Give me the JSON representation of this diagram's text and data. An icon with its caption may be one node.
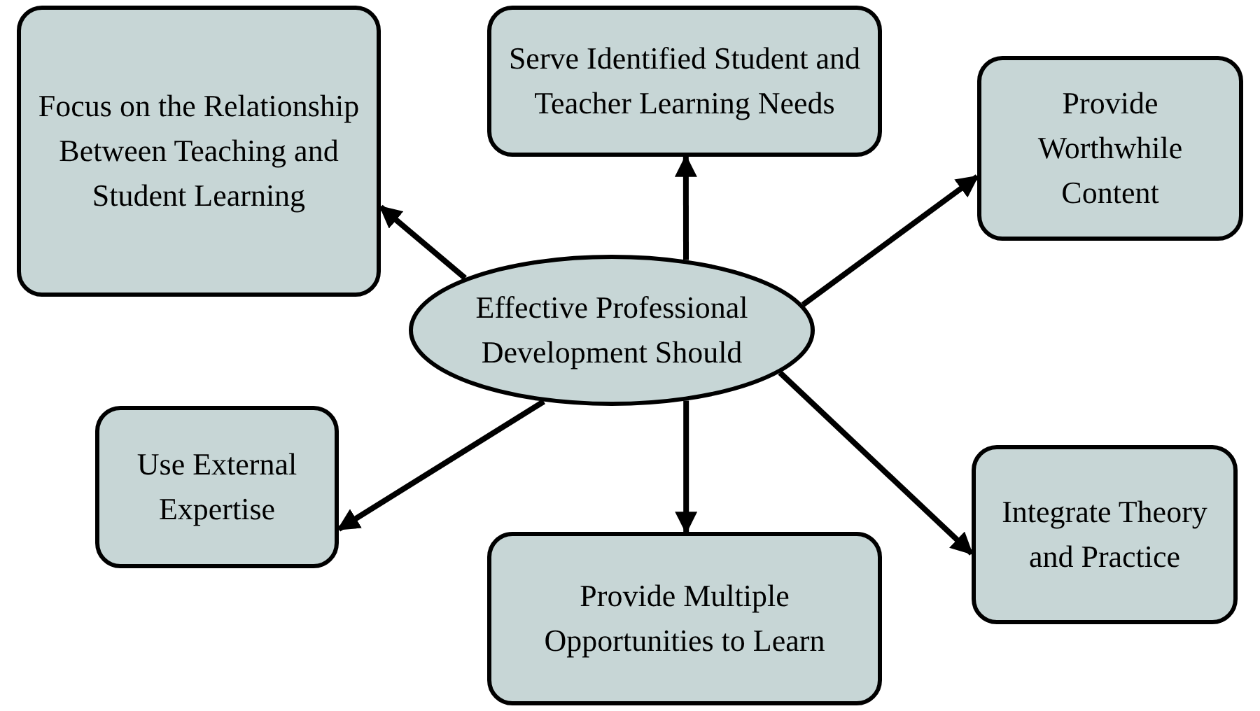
{
  "diagram": {
    "nodes": [
      {
        "text": [
          "Effective Professional Development Should"
        ]
      },
      {
        "text": [
          "Focus on the Relationship Between Teaching and Student Learning"
        ]
      },
      {
        "text": [
          "Serve Identified Student and Teacher Learning Needs"
        ]
      },
      {
        "text": [
          "Provide Worthwhile Content"
        ]
      },
      {
        "text": [
          "Use External Expertise"
        ]
      },
      {
        "text": [
          "Provide Multiple Opportunities to Learn"
        ]
      },
      {
        "text": [
          "Integrate Theory and Practice"
        ]
      }
    ],
    "edges": [
      {
        "from": 0,
        "to": 1,
        "arrow": "to"
      },
      {
        "from": 0,
        "to": 2,
        "arrow": "to"
      },
      {
        "from": 0,
        "to": 3,
        "arrow": "to"
      },
      {
        "from": 0,
        "to": 4,
        "arrow": "to"
      },
      {
        "from": 0,
        "to": 5,
        "arrow": "to"
      },
      {
        "from": 0,
        "to": 6,
        "arrow": "to"
      }
    ]
  }
}
